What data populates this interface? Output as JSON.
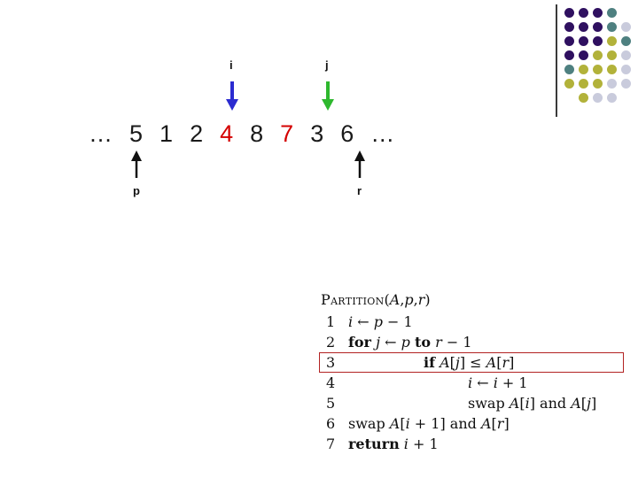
{
  "array": {
    "ellipsis": "…",
    "elements": [
      {
        "value": "5",
        "color": "#1a1a1a"
      },
      {
        "value": "1",
        "color": "#1a1a1a"
      },
      {
        "value": "2",
        "color": "#1a1a1a"
      },
      {
        "value": "4",
        "color": "#d40000"
      },
      {
        "value": "8",
        "color": "#1a1a1a"
      },
      {
        "value": "7",
        "color": "#d40000"
      },
      {
        "value": "3",
        "color": "#1a1a1a"
      },
      {
        "value": "6",
        "color": "#1a1a1a"
      }
    ]
  },
  "pointers": {
    "i": {
      "label": "i",
      "color": "#2b2bd0"
    },
    "j": {
      "label": "j",
      "color": "#2eb82e"
    },
    "p": {
      "label": "p",
      "color": "#111111"
    },
    "r": {
      "label": "r",
      "color": "#111111"
    }
  },
  "pseudocode": {
    "highlight_color": "#b22222",
    "title_segments": [
      {
        "t": "Partition",
        "s": "sc"
      },
      {
        "t": "(",
        "s": "rm"
      },
      {
        "t": "A",
        "s": "it"
      },
      {
        "t": ", ",
        "s": "rm"
      },
      {
        "t": "p",
        "s": "it"
      },
      {
        "t": ", ",
        "s": "rm"
      },
      {
        "t": "r",
        "s": "it"
      },
      {
        "t": ")",
        "s": "rm"
      }
    ],
    "lines": [
      {
        "num": "1",
        "indent": 0,
        "highlighted": false,
        "segments": [
          {
            "t": "i",
            "s": "it"
          },
          {
            "t": " ← ",
            "s": "rm"
          },
          {
            "t": "p",
            "s": "it"
          },
          {
            "t": " − 1",
            "s": "rm"
          }
        ]
      },
      {
        "num": "2",
        "indent": 0,
        "highlighted": false,
        "segments": [
          {
            "t": "for",
            "s": "kw"
          },
          {
            "t": " ",
            "s": "rm"
          },
          {
            "t": "j",
            "s": "it"
          },
          {
            "t": " ← ",
            "s": "rm"
          },
          {
            "t": "p",
            "s": "it"
          },
          {
            "t": " ",
            "s": "rm"
          },
          {
            "t": "to",
            "s": "kw"
          },
          {
            "t": " ",
            "s": "rm"
          },
          {
            "t": "r",
            "s": "it"
          },
          {
            "t": " − 1",
            "s": "rm"
          }
        ]
      },
      {
        "num": "3",
        "indent": 1,
        "highlighted": true,
        "segments": [
          {
            "t": "if",
            "s": "kw"
          },
          {
            "t": " ",
            "s": "rm"
          },
          {
            "t": "A",
            "s": "it"
          },
          {
            "t": "[",
            "s": "rm"
          },
          {
            "t": "j",
            "s": "it"
          },
          {
            "t": "] ≤ ",
            "s": "rm"
          },
          {
            "t": "A",
            "s": "it"
          },
          {
            "t": "[",
            "s": "rm"
          },
          {
            "t": "r",
            "s": "it"
          },
          {
            "t": "]",
            "s": "rm"
          }
        ]
      },
      {
        "num": "4",
        "indent": 2,
        "highlighted": false,
        "segments": [
          {
            "t": "i",
            "s": "it"
          },
          {
            "t": " ← ",
            "s": "rm"
          },
          {
            "t": "i",
            "s": "it"
          },
          {
            "t": " + 1",
            "s": "rm"
          }
        ]
      },
      {
        "num": "5",
        "indent": 2,
        "highlighted": false,
        "segments": [
          {
            "t": "swap ",
            "s": "rm"
          },
          {
            "t": "A",
            "s": "it"
          },
          {
            "t": "[",
            "s": "rm"
          },
          {
            "t": "i",
            "s": "it"
          },
          {
            "t": "] and ",
            "s": "rm"
          },
          {
            "t": "A",
            "s": "it"
          },
          {
            "t": "[",
            "s": "rm"
          },
          {
            "t": "j",
            "s": "it"
          },
          {
            "t": "]",
            "s": "rm"
          }
        ]
      },
      {
        "num": "6",
        "indent": 0,
        "highlighted": false,
        "segments": [
          {
            "t": "swap ",
            "s": "rm"
          },
          {
            "t": "A",
            "s": "it"
          },
          {
            "t": "[",
            "s": "rm"
          },
          {
            "t": "i",
            "s": "it"
          },
          {
            "t": " + 1] and ",
            "s": "rm"
          },
          {
            "t": "A",
            "s": "it"
          },
          {
            "t": "[",
            "s": "rm"
          },
          {
            "t": "r",
            "s": "it"
          },
          {
            "t": "]",
            "s": "rm"
          }
        ]
      },
      {
        "num": "7",
        "indent": 0,
        "highlighted": false,
        "segments": [
          {
            "t": "return",
            "s": "kw"
          },
          {
            "t": " ",
            "s": "rm"
          },
          {
            "t": "i",
            "s": "it"
          },
          {
            "t": " + 1",
            "s": "rm"
          }
        ]
      }
    ]
  },
  "decoration": {
    "palette": {
      "P": "#2f1060",
      "T": "#4e8080",
      "O": "#b2b23a",
      "G": "#c9cbdc"
    },
    "grid": [
      [
        "P",
        "P",
        "P",
        "T",
        ""
      ],
      [
        "P",
        "P",
        "P",
        "T",
        "G"
      ],
      [
        "P",
        "P",
        "P",
        "O",
        "T"
      ],
      [
        "P",
        "P",
        "O",
        "O",
        "G"
      ],
      [
        "T",
        "O",
        "O",
        "O",
        "G"
      ],
      [
        "O",
        "O",
        "O",
        "G",
        "G"
      ],
      [
        "",
        "O",
        "G",
        "G",
        ""
      ]
    ]
  }
}
